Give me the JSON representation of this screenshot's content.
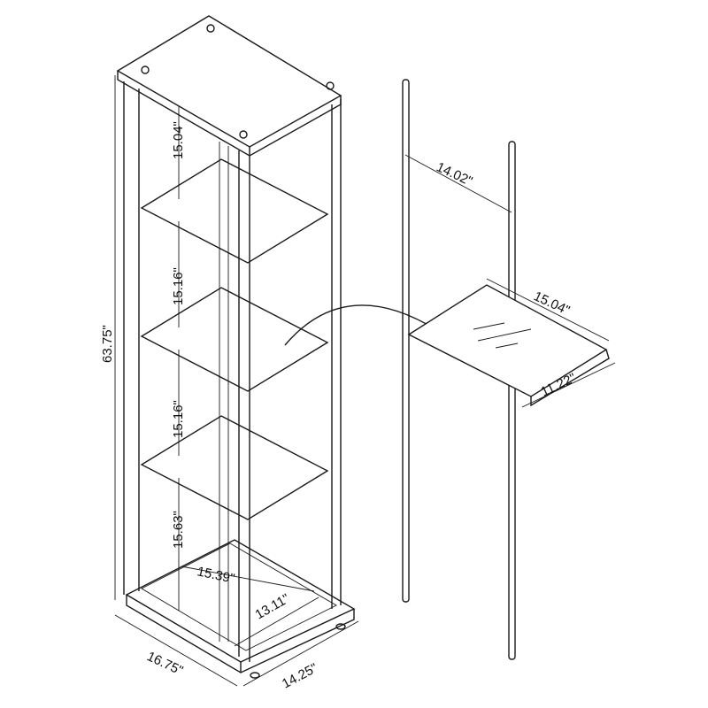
{
  "dimensions": {
    "total_height": "63.75\"",
    "shelf_gap_top": "15.04\"",
    "shelf_gap_2": "15.16\"",
    "shelf_gap_3": "15.16\"",
    "shelf_gap_bottom": "15.63\"",
    "inner_diagonal": "15.39\"",
    "inner_depth": "13.11\"",
    "base_width": "16.75\"",
    "base_depth": "14.25\"",
    "pole_spacing": "14.02\"",
    "shelf_length": "15.04\"",
    "shelf_width": "11.22\""
  }
}
